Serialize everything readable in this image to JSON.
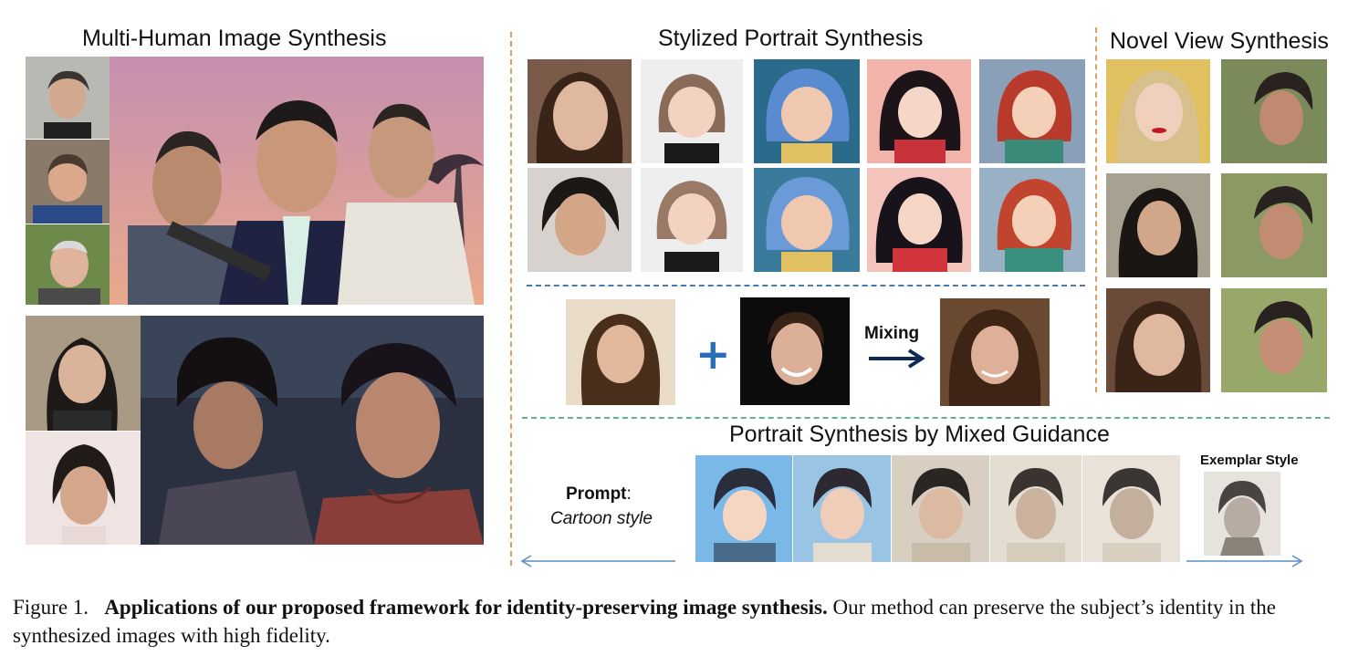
{
  "sections": {
    "multi_human": "Multi-Human Image Synthesis",
    "stylized": "Stylized Portrait Synthesis",
    "novel_view": "Novel View Synthesis",
    "mixed_guidance": "Portrait Synthesis by Mixed Guidance"
  },
  "mixing": {
    "plus": "+",
    "label": "Mixing"
  },
  "prompt": {
    "label": "Prompt",
    "colon": ":",
    "text": "Cartoon style"
  },
  "exemplar_label": "Exemplar Style",
  "caption": {
    "prefix": "Figure 1.",
    "bold": "Applications of our proposed framework for identity-preserving image synthesis.",
    "rest": "Our method can preserve the subject’s identity in the synthesized images with high fidelity."
  },
  "colors": {
    "divider_orange": "#d9a066",
    "divider_blue": "#4a7ba6",
    "divider_green": "#5fb58a",
    "arrow_navy": "#0f2a55",
    "plus_blue": "#2a6fb5"
  }
}
